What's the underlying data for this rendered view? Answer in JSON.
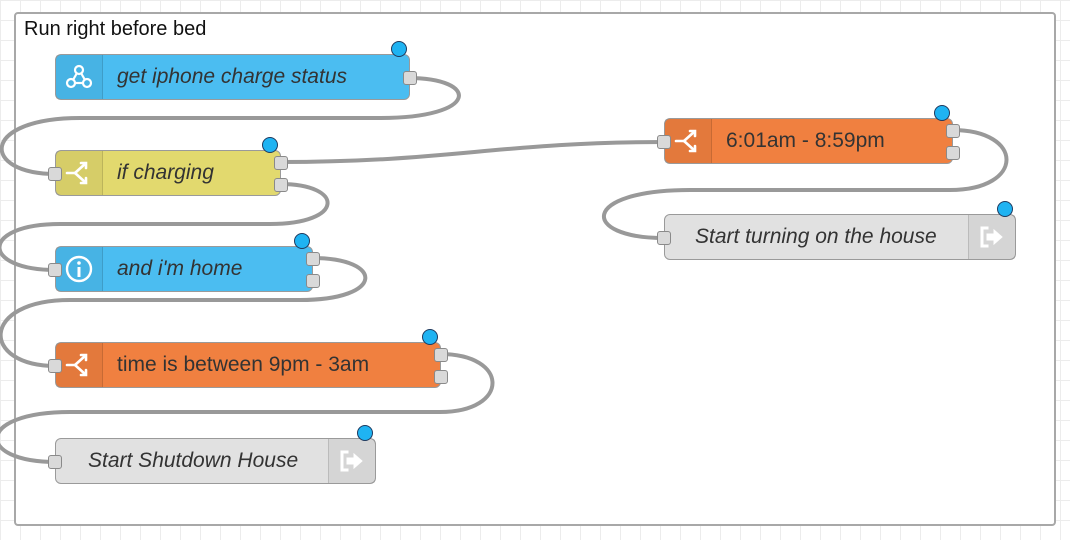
{
  "group": {
    "label": "Run right before bed"
  },
  "nodes": {
    "webhook": {
      "label": "get iphone charge status",
      "icon": "webhook-icon",
      "color": "#4bbdf1"
    },
    "if_charging": {
      "label": "if charging",
      "icon": "switch-icon",
      "color": "#e2d96e"
    },
    "home_check": {
      "label": "and i'm home",
      "icon": "info-icon",
      "color": "#4bbdf1"
    },
    "time_night": {
      "label": "time is between 9pm - 3am",
      "icon": "switch-icon",
      "color": "#f08040"
    },
    "shutdown": {
      "label": "Start Shutdown House",
      "icon": "link-out-icon",
      "color": "#e1e1e1"
    },
    "time_day": {
      "label": "6:01am - 8:59pm",
      "icon": "switch-icon",
      "color": "#f08040"
    },
    "turn_on": {
      "label": "Start turning on the house",
      "icon": "link-out-icon",
      "color": "#e1e1e1"
    }
  },
  "colors": {
    "wire": "#999999",
    "status": "#1fb3f2"
  }
}
